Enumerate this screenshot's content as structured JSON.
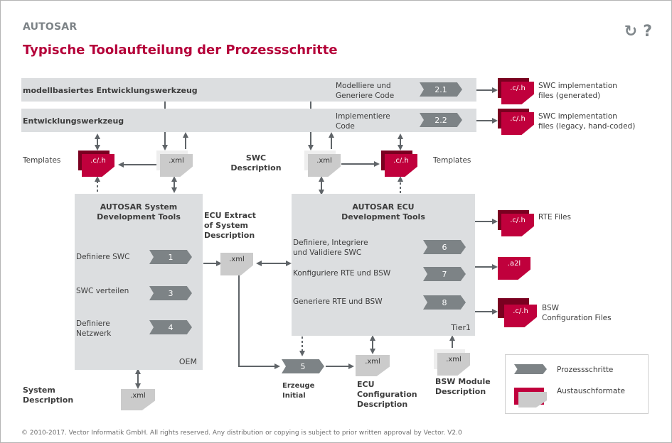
{
  "header": {
    "app": "AUTOSAR",
    "title": "Typische Toolaufteilung der Prozessschritte"
  },
  "toolbar": {
    "icons": [
      "refresh-icon",
      "help-icon"
    ],
    "refresh_glyph": "↻",
    "help_glyph": "?"
  },
  "colors": {
    "accent": "#b5003a",
    "file_red": "#c0003c",
    "file_red_dark": "#7a0020",
    "file_grey": "#cbcbcb",
    "step_grey": "#7d8386",
    "box_grey": "#dcdee0"
  },
  "bars": [
    {
      "label": "modellbasiertes Entwicklungswerkzeug",
      "action": [
        "Modelliere und",
        "Generiere Code"
      ],
      "step": "2.1"
    },
    {
      "label": "Entwicklungswerkzeug",
      "action": [
        "Implementiere",
        "Code"
      ],
      "step": "2.2"
    }
  ],
  "outputs_top": [
    {
      "file": ".c/.h",
      "desc": [
        "SWC implementation",
        "files (generated)"
      ]
    },
    {
      "file": ".c/.h",
      "desc": [
        "SWC implementation",
        "files (legacy, hand-coded)"
      ]
    }
  ],
  "templates_left": {
    "label": "Templates",
    "file": ".c/.h"
  },
  "templates_right": {
    "label": "Templates",
    "file": ".c/.h"
  },
  "swc_description": {
    "label": [
      "SWC",
      "Description"
    ],
    "file_left": ".xml",
    "file_right": ".xml"
  },
  "system_tools": {
    "title": [
      "AUTOSAR System",
      "Development Tools"
    ],
    "steps": [
      {
        "label": [
          "Definiere SWC"
        ],
        "step": "1"
      },
      {
        "label": [
          "SWC verteilen"
        ],
        "step": "3"
      },
      {
        "label": [
          "Definiere",
          "Netzwerk"
        ],
        "step": "4"
      }
    ],
    "owner": "OEM"
  },
  "ecu_extract": {
    "label": [
      "ECU Extract",
      "of System",
      "Description"
    ],
    "file": ".xml"
  },
  "ecu_tools": {
    "title": [
      "AUTOSAR ECU",
      "Development Tools"
    ],
    "steps": [
      {
        "label": [
          "Definiere, Integriere",
          "und Validiere SWC"
        ],
        "step": "6"
      },
      {
        "label": [
          "Konfiguriere RTE und BSW"
        ],
        "step": "7"
      },
      {
        "label": [
          "Generiere RTE und BSW"
        ],
        "step": "8"
      }
    ],
    "owner": "Tier1"
  },
  "outputs_right": [
    {
      "file": ".c/.h",
      "desc": [
        "RTE Files"
      ]
    },
    {
      "file": ".a2l",
      "desc": []
    },
    {
      "file": ".c/.h",
      "desc": [
        "BSW",
        "Configuration Files"
      ]
    }
  ],
  "system_description": {
    "label": [
      "System",
      "Description"
    ],
    "file": ".xml"
  },
  "initial_step": {
    "step": "5",
    "label": [
      "Erzeuge",
      "Initial"
    ]
  },
  "ecu_config": {
    "file": ".xml",
    "label": [
      "ECU",
      "Configuration",
      "Description"
    ]
  },
  "bsw_module": {
    "file": ".xml",
    "label": [
      "BSW Module",
      "Description"
    ]
  },
  "legend": {
    "items": [
      {
        "label": "Prozessschritte"
      },
      {
        "label": "Austauschformate"
      }
    ]
  },
  "footer": "© 2010-2017. Vector Informatik GmbH. All rights reserved. Any distribution or copying is subject to prior written approval by Vector. V2.0"
}
